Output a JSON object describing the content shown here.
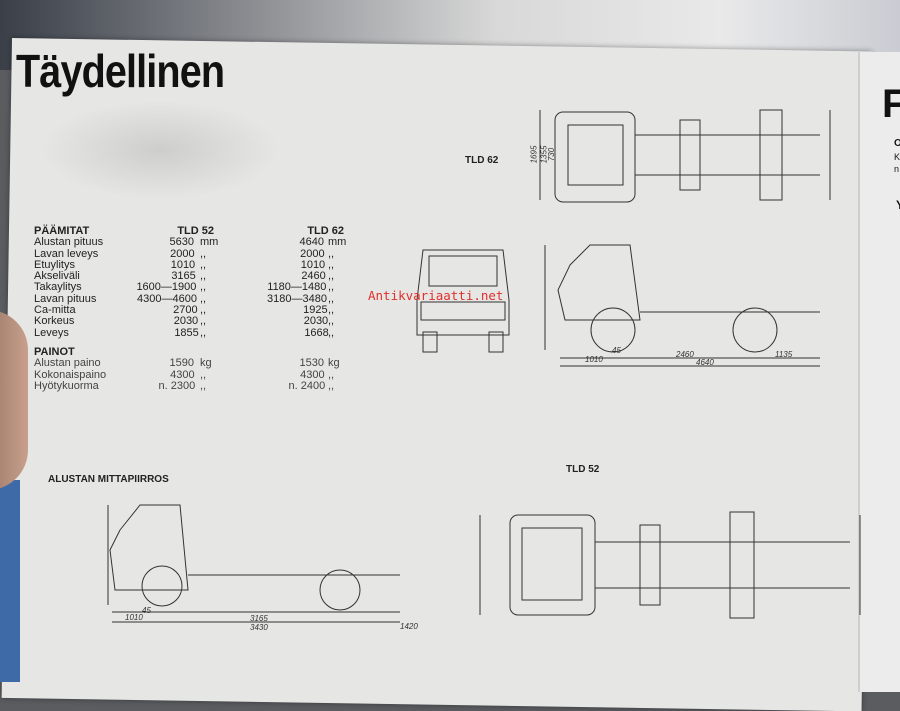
{
  "title": "Täydellinen",
  "watermark": "Antikvariaatti.net",
  "labels": {
    "tld62": "TLD 62",
    "tld52": "TLD 52",
    "chassis": "ALUSTAN MITTAPIIRROS"
  },
  "specs": {
    "main_header": "PÄÄMITAT",
    "col1": "TLD 52",
    "col2": "TLD 62",
    "rows": [
      {
        "label": "Alustan pituus",
        "v1": "5630",
        "u1": "mm",
        "v2": "4640",
        "u2": "mm"
      },
      {
        "label": "Lavan leveys",
        "v1": "2000",
        "u1": ",,",
        "v2": "2000",
        "u2": ",,"
      },
      {
        "label": "Etuylitys",
        "v1": "1010",
        "u1": ",,",
        "v2": "1010",
        "u2": ",,"
      },
      {
        "label": "Akseliväli",
        "v1": "3165",
        "u1": ",,",
        "v2": "2460",
        "u2": ",,"
      },
      {
        "label": "Takaylitys",
        "v1": "1600—1900",
        "u1": ",,",
        "v2": "1180—1480",
        "u2": ",,"
      },
      {
        "label": "Lavan pituus",
        "v1": "4300—4600",
        "u1": ",,",
        "v2": "3180—3480",
        "u2": ",,"
      },
      {
        "label": "Ca-mitta",
        "v1": "2700",
        "u1": ",,",
        "v2": "1925",
        "u2": ",,"
      },
      {
        "label": "Korkeus",
        "v1": "2030",
        "u1": ",,",
        "v2": "2030",
        "u2": ",,"
      },
      {
        "label": "Leveys",
        "v1": "1855",
        "u1": ",,",
        "v2": "1668",
        "u2": ",,"
      }
    ],
    "weights_header": "PAINOT",
    "weights": [
      {
        "label": "Alustan paino",
        "v1": "1590",
        "u1": "kg",
        "v2": "1530",
        "u2": "kg"
      },
      {
        "label": "Kokonaispaino",
        "v1": "4300",
        "u1": ",,",
        "v2": "4300",
        "u2": ",,"
      },
      {
        "label": "Hyötykuorma",
        "v1": "n. 2300",
        "u1": ",,",
        "v2": "n. 2400",
        "u2": ",,"
      }
    ]
  },
  "dimensions": {
    "side62": [
      "45",
      "1010",
      "2460",
      "1135",
      "4640"
    ],
    "side52": [
      "45",
      "1010",
      "3165",
      "3430",
      "1420"
    ],
    "top": [
      "1695",
      "1355",
      "730"
    ]
  },
  "next_page_letters": [
    "F",
    "O",
    "K",
    "n",
    "Y"
  ]
}
